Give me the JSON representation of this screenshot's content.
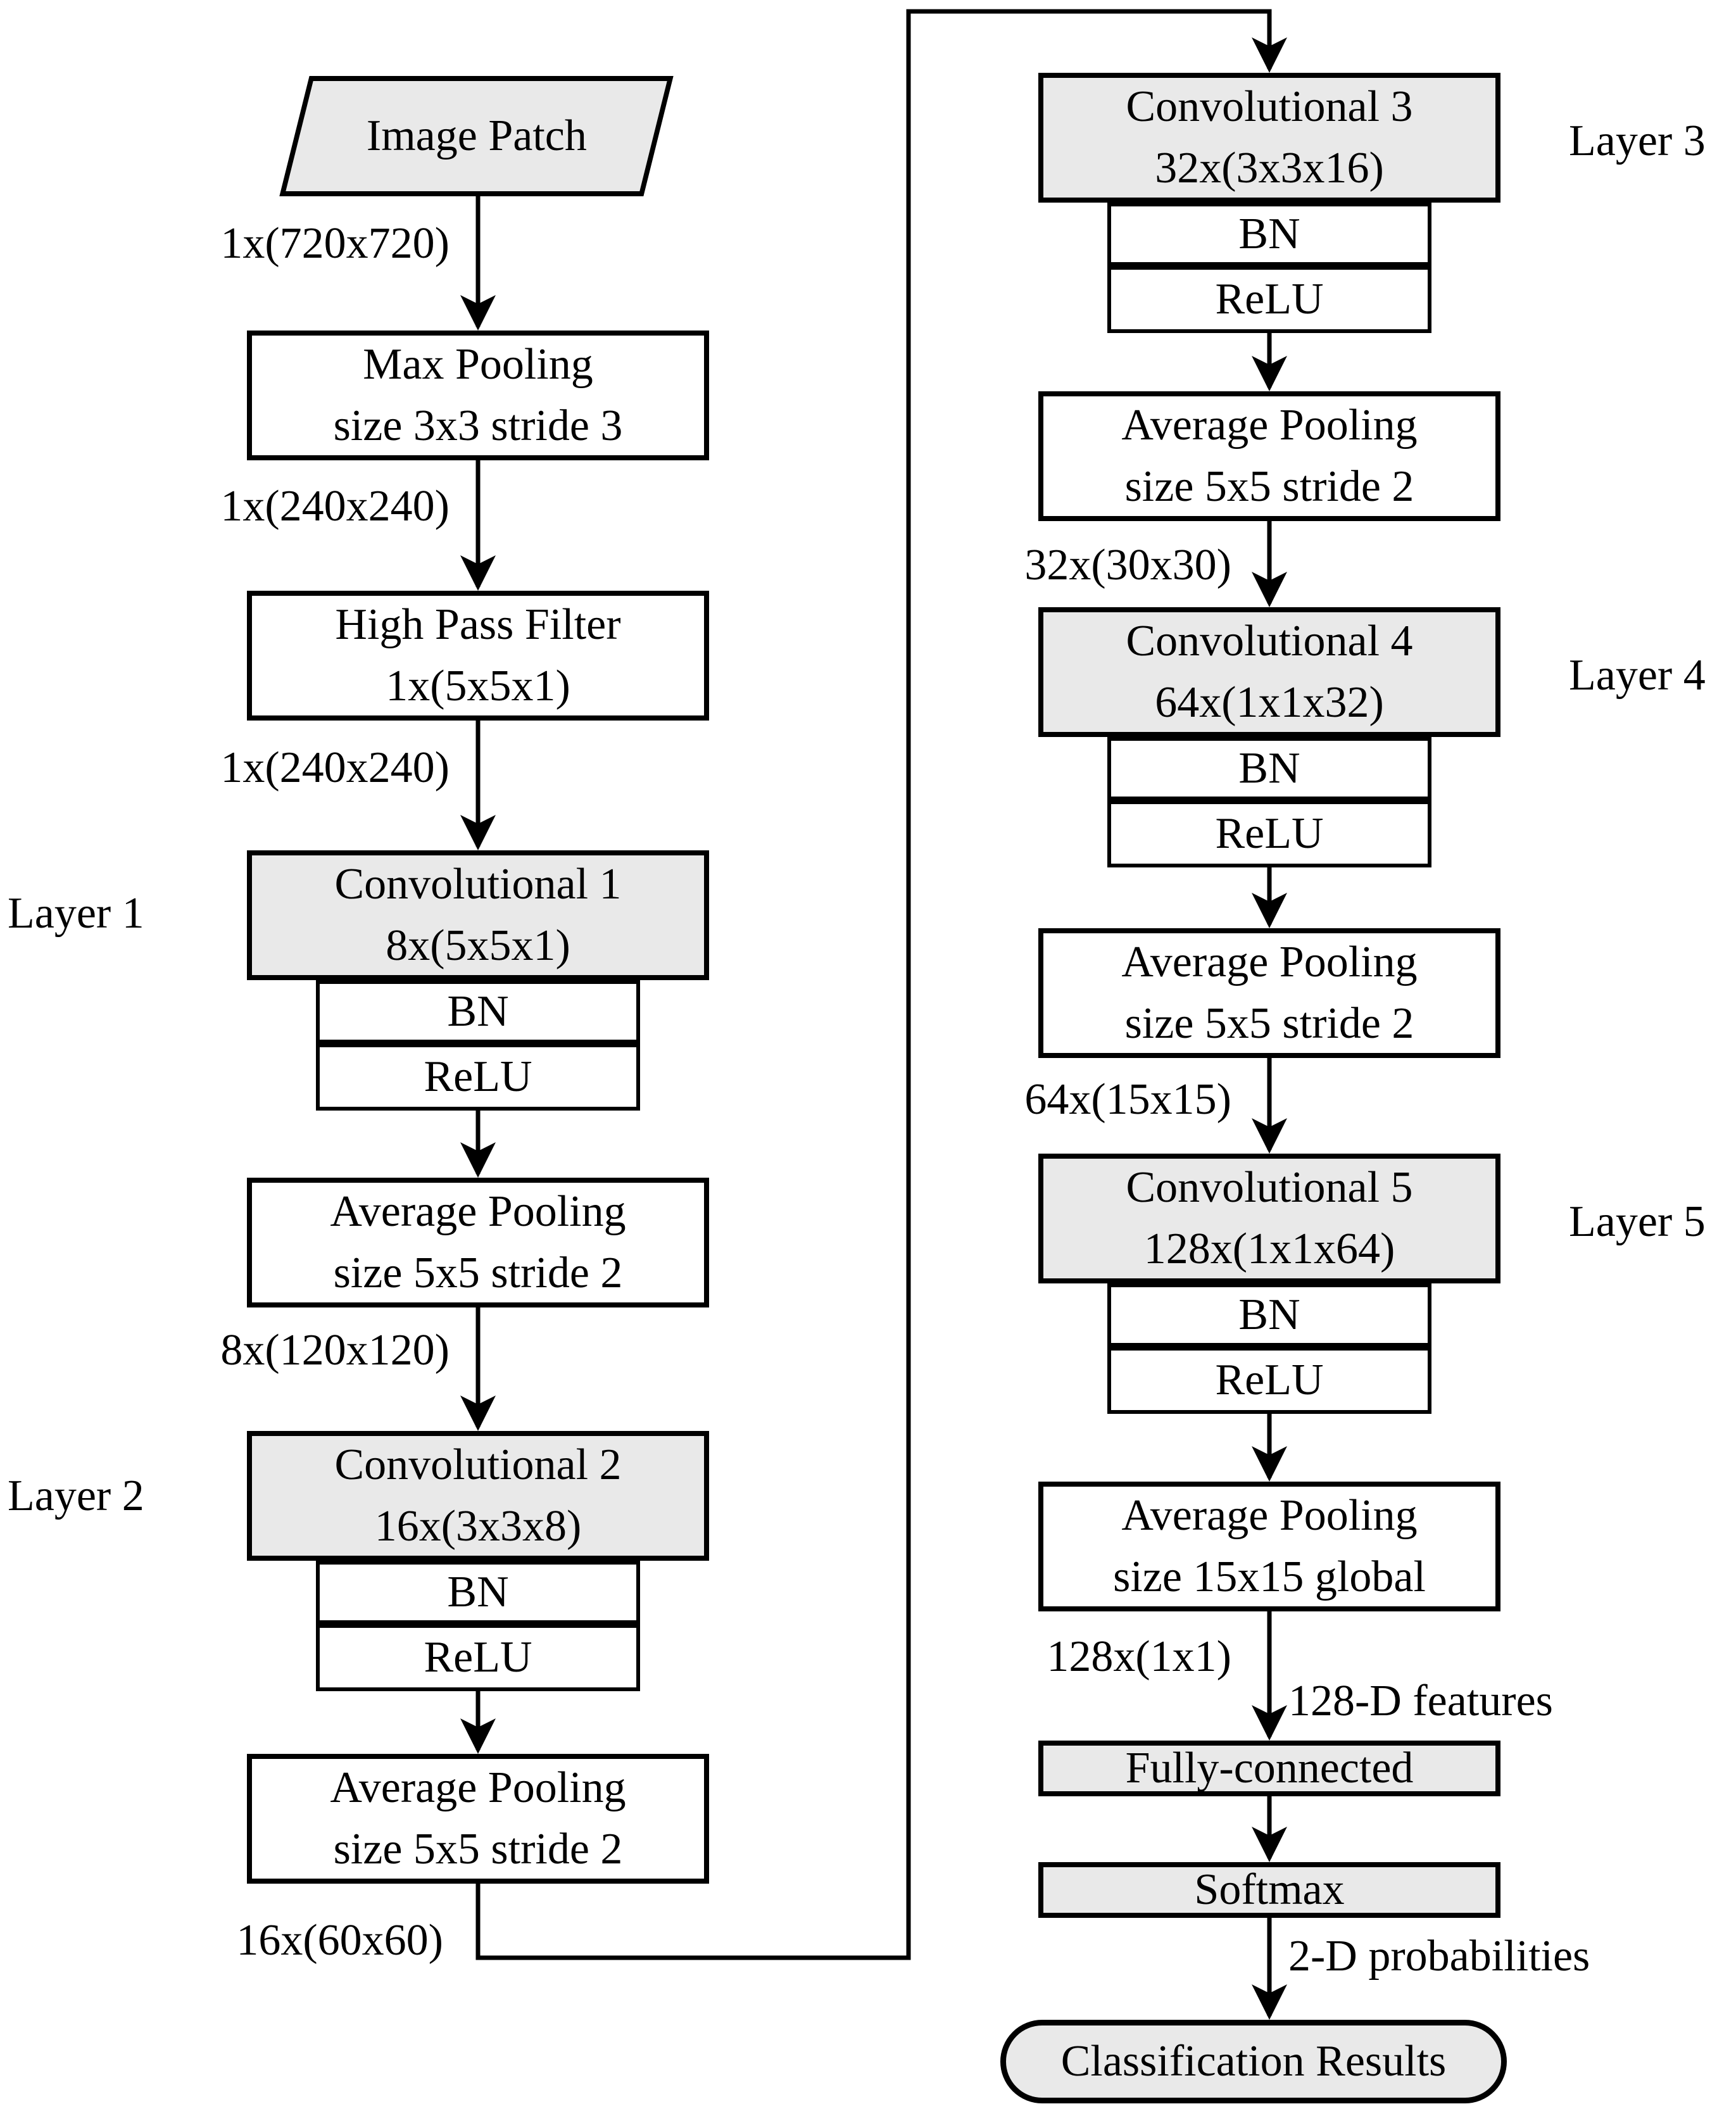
{
  "colors": {
    "node_fill_gray": "#e9e9e9",
    "node_fill_white": "#ffffff",
    "line_color": "#000000",
    "text_color": "#000000",
    "background": "#ffffff"
  },
  "nodes": {
    "image_patch": "Image Patch",
    "max_pooling": {
      "l1": "Max Pooling",
      "l2": "size 3x3 stride 3"
    },
    "high_pass": {
      "l1": "High Pass Filter",
      "l2": "1x(5x5x1)"
    },
    "conv1": {
      "l1": "Convolutional 1",
      "l2": "8x(5x5x1)"
    },
    "conv2": {
      "l1": "Convolutional 2",
      "l2": "16x(3x3x8)"
    },
    "conv3": {
      "l1": "Convolutional 3",
      "l2": "32x(3x3x16)"
    },
    "conv4": {
      "l1": "Convolutional 4",
      "l2": "64x(1x1x32)"
    },
    "conv5": {
      "l1": "Convolutional 5",
      "l2": "128x(1x1x64)"
    },
    "bn": "BN",
    "relu": "ReLU",
    "avg_pool_s2": {
      "l1": "Average Pooling",
      "l2": "size 5x5 stride 2"
    },
    "avg_pool_global": {
      "l1": "Average Pooling",
      "l2": "size 15x15 global"
    },
    "fully_connected": "Fully-connected",
    "softmax": "Softmax",
    "classification": "Classification Results"
  },
  "edge_labels": {
    "input_dim": "1x(720x720)",
    "after_maxpool": "1x(240x240)",
    "after_hpf": "1x(240x240)",
    "after_pool1": "8x(120x120)",
    "after_pool2": "16x(60x60)",
    "after_pool3": "32x(30x30)",
    "after_pool4": "64x(15x15)",
    "after_pool5": "128x(1x1)",
    "features": "128-D features",
    "probabilities": "2-D probabilities"
  },
  "layer_labels": {
    "layer1": "Layer 1",
    "layer2": "Layer 2",
    "layer3": "Layer 3",
    "layer4": "Layer 4",
    "layer5": "Layer 5"
  }
}
